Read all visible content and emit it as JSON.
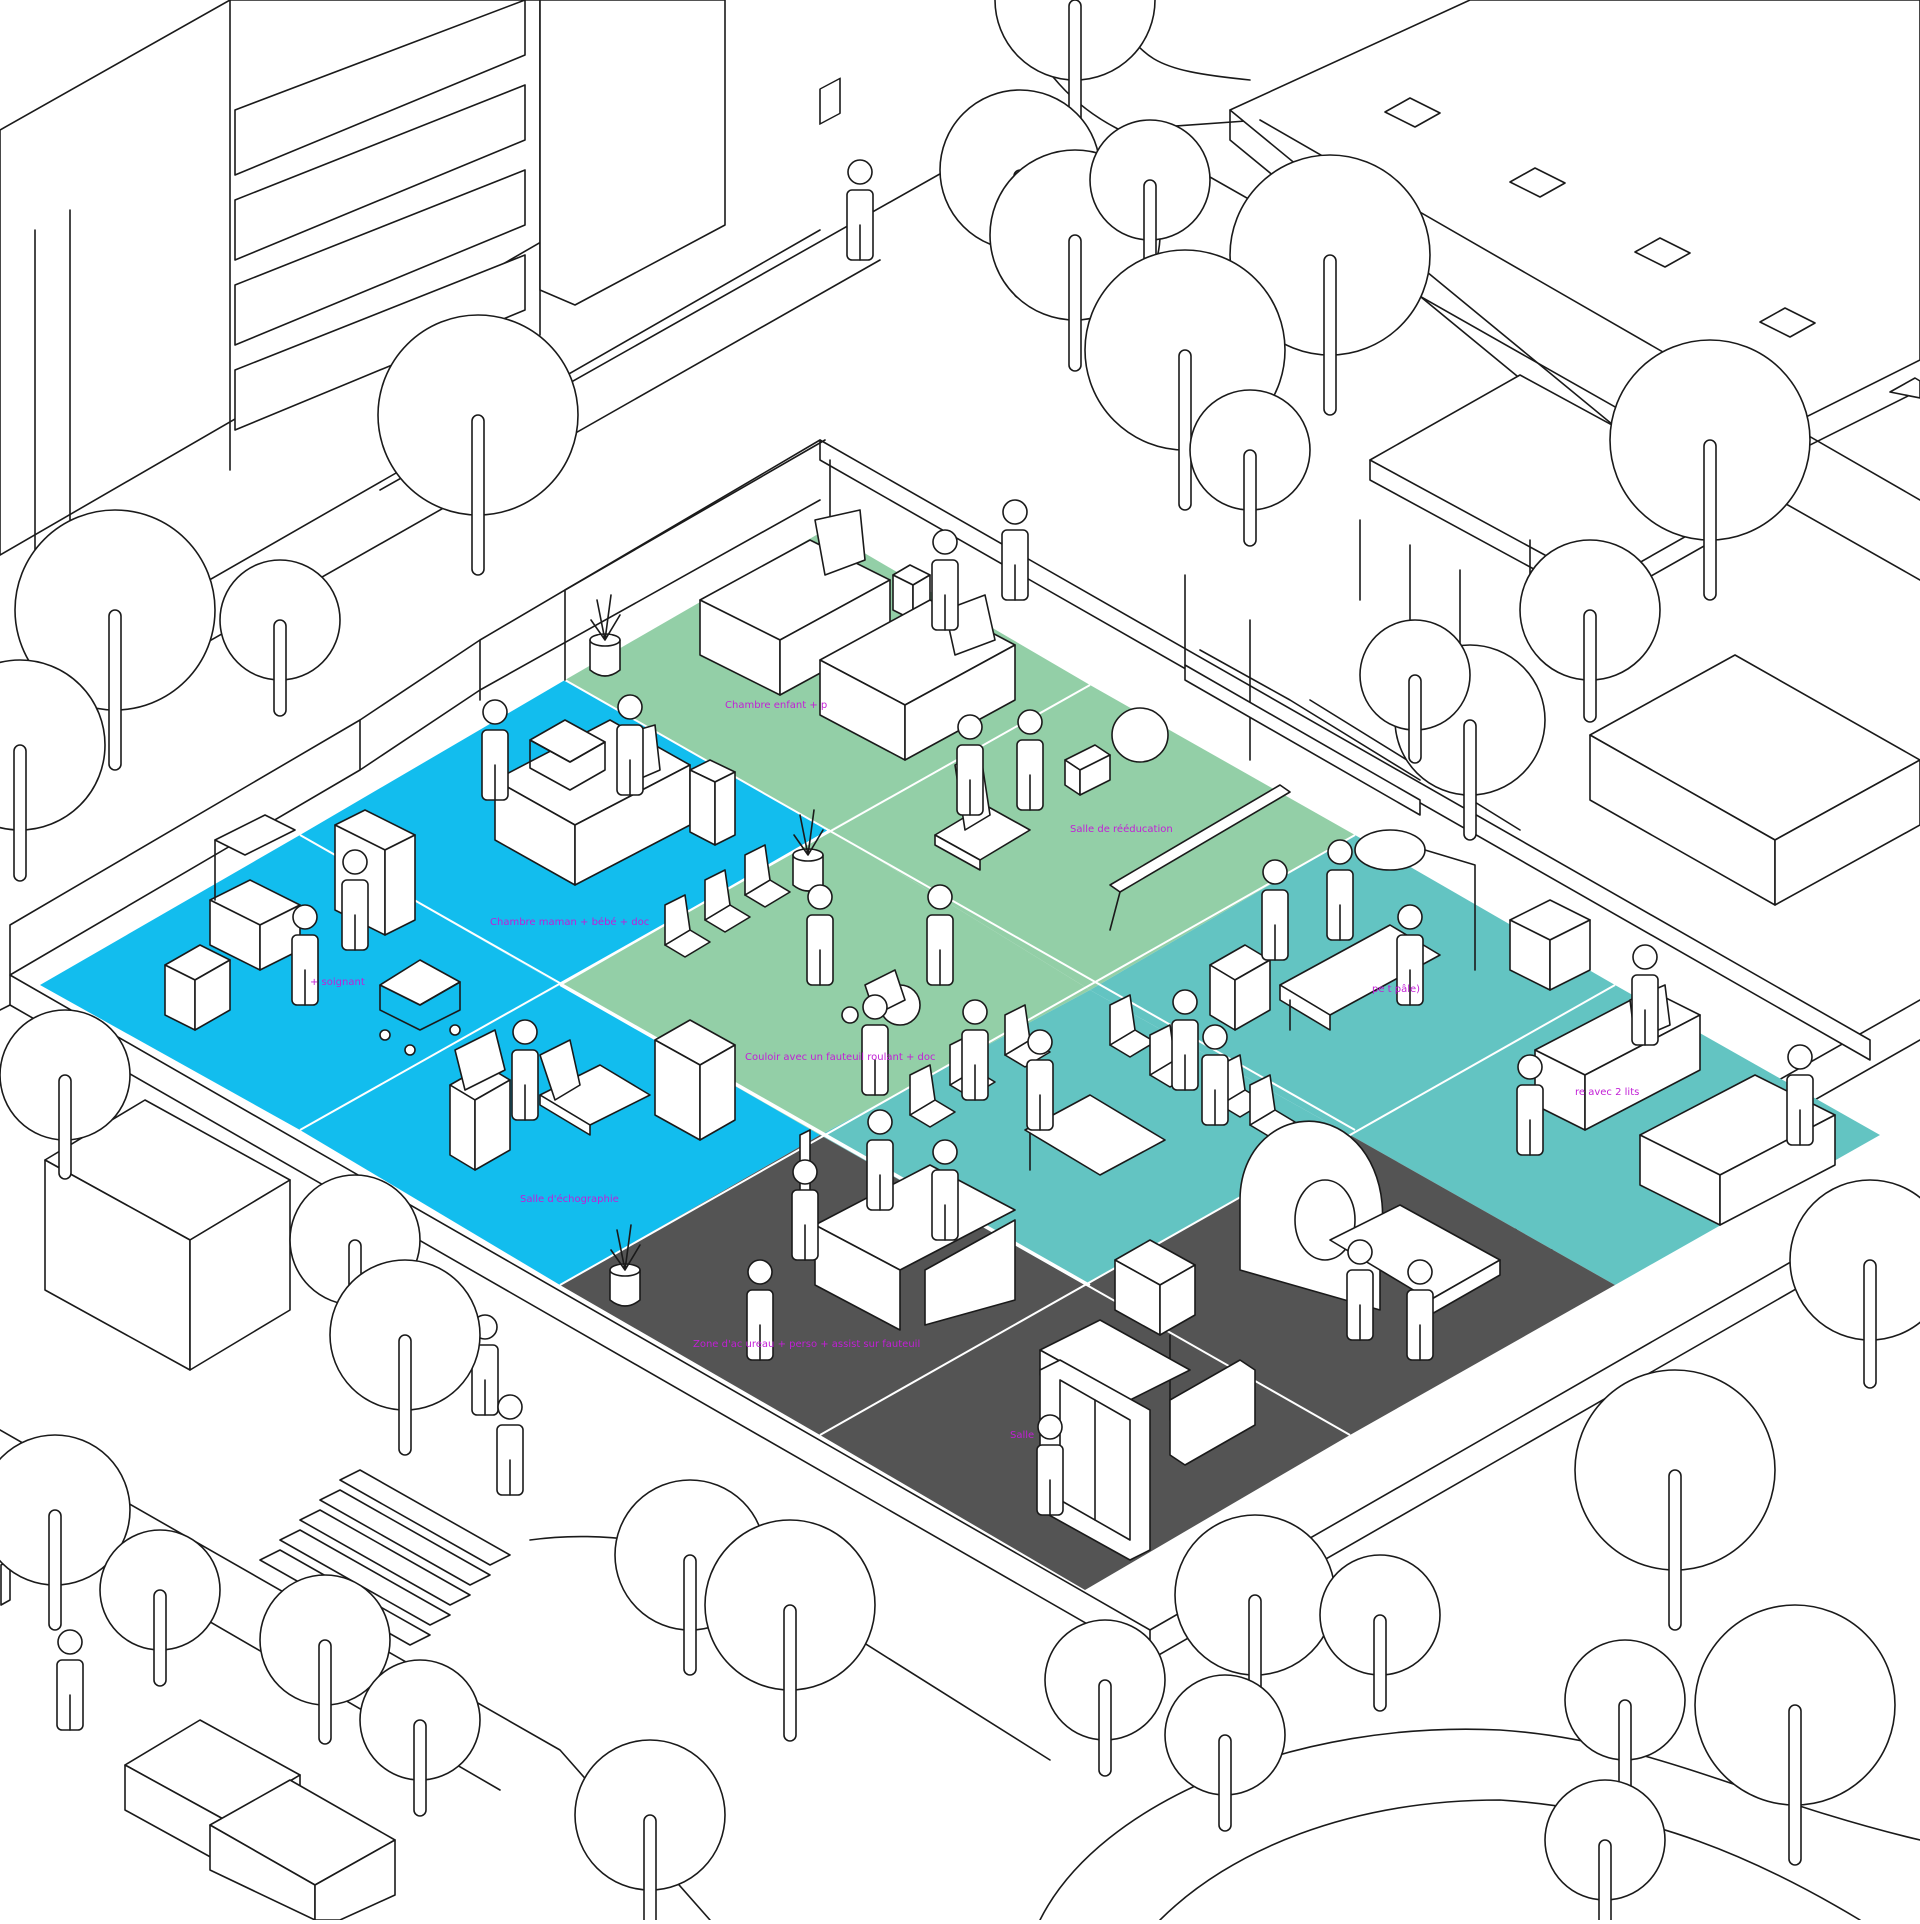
{
  "labels": {
    "child_room": "Chambre enfant + p",
    "mother_room": "Chambre maman + bébé + doc",
    "nurses": "+ soignant",
    "rehab": "Salle de rééducation",
    "corridor": "Couloir avec un fauteuil roulant + doc",
    "ultrasound": "Salle d'échographie",
    "pale_patient": "pe          t pâle)",
    "two_beds": "re avec 2 lits",
    "reception": "Zone d'ac                 ureau + perso + assist sur fauteuil",
    "salle": "Salle"
  },
  "colors": {
    "blue": "#12bdee",
    "green": "#93cfa7",
    "teal": "#63c4c2",
    "dark": "#545454",
    "label": "#c21fd6",
    "line": "#1a1a1a"
  },
  "zones": [
    {
      "name": "mother-room",
      "color_key": "blue"
    },
    {
      "name": "nursery",
      "color_key": "blue"
    },
    {
      "name": "ultrasound-room",
      "color_key": "blue"
    },
    {
      "name": "child-room",
      "color_key": "green"
    },
    {
      "name": "rehab-room",
      "color_key": "green"
    },
    {
      "name": "corridor",
      "color_key": "green"
    },
    {
      "name": "patient-room",
      "color_key": "teal"
    },
    {
      "name": "two-bed-room",
      "color_key": "teal"
    },
    {
      "name": "waiting-area",
      "color_key": "teal"
    },
    {
      "name": "reception",
      "color_key": "dark"
    },
    {
      "name": "imaging-room",
      "color_key": "dark"
    },
    {
      "name": "control-room",
      "color_key": "dark"
    }
  ]
}
